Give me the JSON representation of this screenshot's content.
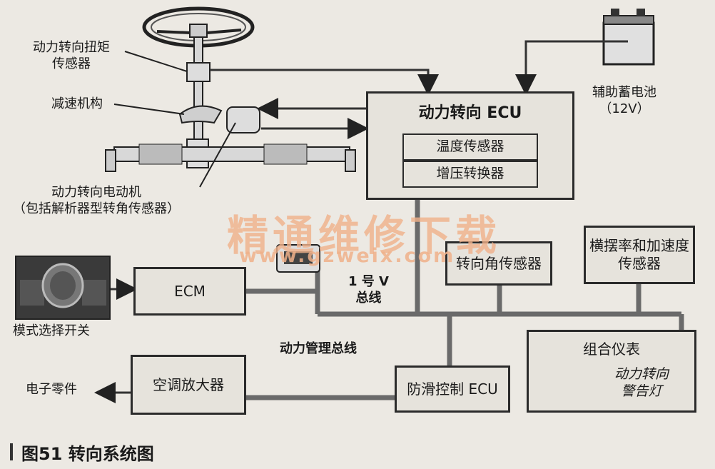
{
  "labels": {
    "torque_sensor": "动力转向扭矩\n传感器",
    "reduction": "减速机构",
    "motor": "动力转向电动机\n（包括解析器型转角传感器）",
    "battery": "辅助蓄电池\n（12V）",
    "mode_switch": "模式选择开关",
    "bus_v": "1 号 V\n总线",
    "power_bus": "动力管理总线",
    "electronic_parts": "电子零件",
    "warning_light": "动力转向\n警告灯"
  },
  "boxes": {
    "ecu": "动力转向 ECU",
    "temp_sensor": "温度传感器",
    "boost_converter": "增压转换器",
    "ecm": "ECM",
    "steer_angle": "转向角传感器",
    "yaw_sensor": "横摆率和加速度\n传感器",
    "combo_meter": "组合仪表",
    "ac_amp": "空调放大器",
    "abs_ecu": "防滑控制 ECU"
  },
  "watermark": {
    "cn": "精通维修下载",
    "url": "www.gzweix.com"
  },
  "caption": "图51  转向系统图",
  "colors": {
    "line": "#555555",
    "border": "#2b2b2b",
    "watermark": "#f0b18a"
  }
}
